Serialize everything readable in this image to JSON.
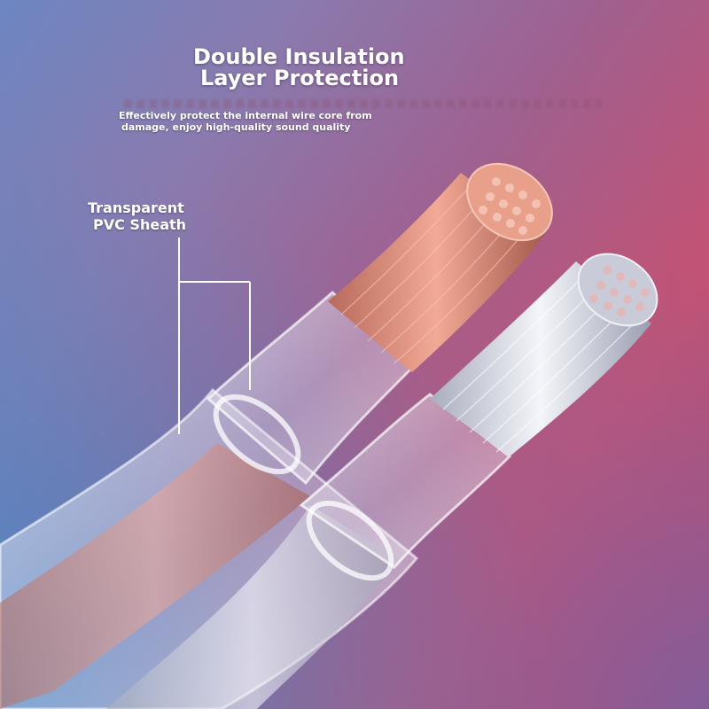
{
  "heading": {
    "line1": "Double Insulation",
    "line2": "Layer Protection"
  },
  "description": {
    "line1": "Effectively protect the internal wire core from",
    "line2": "damage, enjoy high-quality sound quality"
  },
  "callout": {
    "line1": "Transparent",
    "line2": "PVC Sheath"
  },
  "colors": {
    "background_start": "#6d86c2",
    "background_end": "#b9476c",
    "copper": "#d98a78",
    "silver": "#d8dbe6",
    "text": "#ffffff"
  }
}
